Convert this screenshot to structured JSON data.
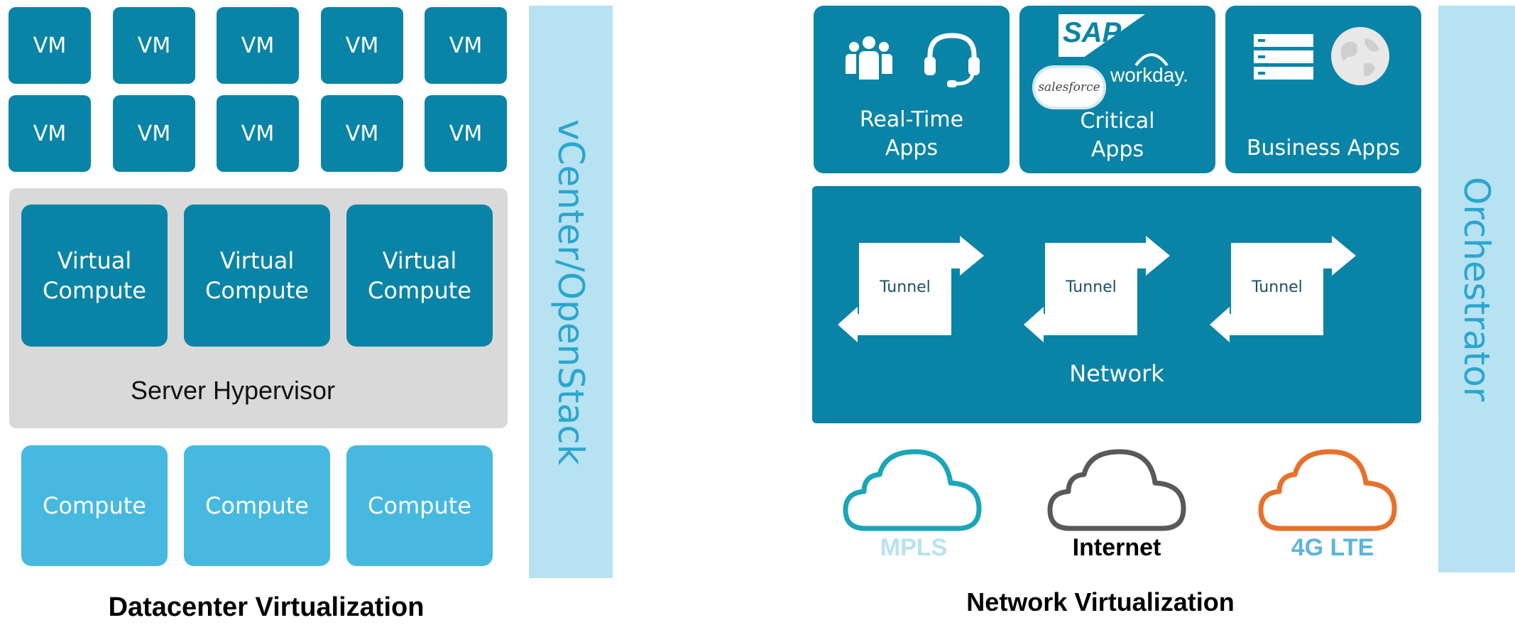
{
  "datacenter": {
    "vm_label": "VM",
    "hypervisor_label": "Server Hypervisor",
    "virtual_compute_label": "Virtual\nCompute",
    "compute_label": "Compute",
    "manager_label": "vCenter/OpenStack",
    "title": "Datacenter Virtualization"
  },
  "network_virt": {
    "apps": {
      "realtime_label": "Real-Time\nApps",
      "critical_label": "Critical\nApps",
      "business_label": "Business Apps",
      "sap_logo": "SAP",
      "salesforce_logo": "salesforce",
      "workday_logo": "workday."
    },
    "tunnel_label": "Tunnel",
    "network_label": "Network",
    "clouds": [
      {
        "label": "MPLS",
        "color": "#1aa6b7",
        "text_color": "#b7e2f1"
      },
      {
        "label": "Internet",
        "color": "#595959",
        "text_color": "#000000"
      },
      {
        "label": "4G LTE",
        "color": "#e8702a",
        "text_color": "#5bb5da"
      }
    ],
    "orchestrator_label": "Orchestrator",
    "title": "Network Virtualization"
  },
  "colors": {
    "teal": "#0a84a6",
    "light_blue": "#47b9e0",
    "sidebar": "#b7e2f1",
    "gray": "#d9d9d9"
  }
}
